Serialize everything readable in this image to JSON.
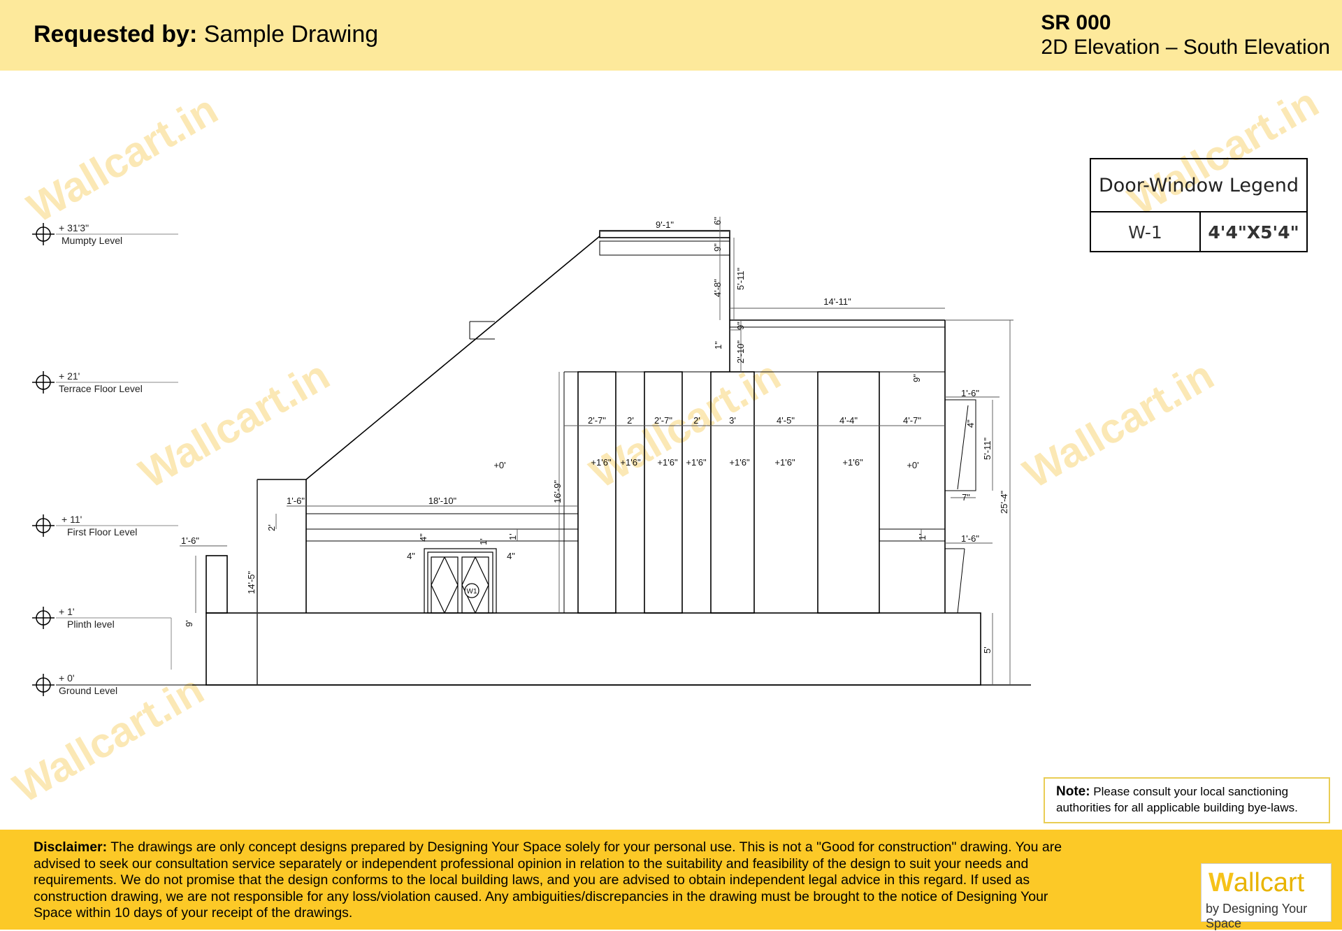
{
  "header": {
    "requested_label": "Requested by:",
    "requested_value": "Sample Drawing",
    "sheet_code": "SR 000",
    "sheet_title": "2D Elevation – South Elevation"
  },
  "levels": [
    {
      "value": "+ 31'3\"",
      "name": "Mumpty Level"
    },
    {
      "value": "+ 21'",
      "name": "Terrace Floor Level"
    },
    {
      "value": "+ 11'",
      "name": "First Floor Level"
    },
    {
      "value": "+ 1'",
      "name": "Plinth level"
    },
    {
      "value": "+ 0'",
      "name": "Ground Level"
    }
  ],
  "dimensions": {
    "top_width": "9'-1\"",
    "top_6": "6\"",
    "top_9": "9\"",
    "d_4_8": "4'-8\"",
    "d_5_11a": "5'-11\"",
    "right_width": "14'-11\"",
    "d_9b": "9\"",
    "d_1": "1\"",
    "d_2_10": "2'-10\"",
    "d_9c": "9\"",
    "d_1_6a": "1'-6\"",
    "d_4": "4\"",
    "d_5_11b": "5'-11\"",
    "d_7": "7\"",
    "d_25_4": "25'-4\"",
    "d_1_6b": "1'-6\"",
    "d_1r": "1'",
    "d_5": "5'",
    "col_2_7a": "2'-7\"",
    "col_2a": "2'",
    "col_2_7b": "2'-7\"",
    "col_2b": "2'",
    "col_3": "3'",
    "col_4_5": "4'-5\"",
    "col_4_4": "4'-4\"",
    "col_4_7": "4'-7\"",
    "l_1_6a": "1'-6\"",
    "l_18_10": "18'-10\"",
    "l_16_9": "16'-9\"",
    "l_2": "2'",
    "l_1": "1'",
    "l_4a": "4\"",
    "l_4b": "4\"",
    "l_4c": "4\"",
    "l_1_6b": "1'-6\"",
    "l_14_5": "14'-5\"",
    "l_9": "9'",
    "l_1b": "1'"
  },
  "elevations": {
    "e_left": "+0'",
    "e1": "+1'6\"",
    "e2": "+1'6\"",
    "e3": "+1'6\"",
    "e4": "+1'6\"",
    "e5": "+1'6\"",
    "e6": "+1'6\"",
    "e7": "+1'6\"",
    "e_right": "+0'"
  },
  "window_tag": "W1",
  "watermark": "Wallcart.in",
  "legend": {
    "title": "Door-Window Legend",
    "code": "W-1",
    "size": "4'4\"X5'4\""
  },
  "note": {
    "label": "Note:",
    "text": "Please consult your local sanctioning authorities for all applicable building bye-laws."
  },
  "disclaimer": {
    "label": "Disclaimer:",
    "text": "The drawings are only concept designs prepared by Designing Your Space solely for your personal use. This is not a \"Good for construction\" drawing. You are advised to seek our consultation service separately or independent professional opinion in relation to the suitability and feasibility of the design to suit your needs and requirements. We do not promise that the design conforms to the local building laws, and you are advised to obtain independent legal advice in this regard. If used as construction drawing, we are not responsible for any loss/violation caused. Any ambiguities/discrepancies in the drawing must be brought to the notice of Designing Your Space within 10 days of your receipt of the drawings."
  },
  "brand": {
    "initial": "W",
    "rest": "allcart",
    "tagline": "by Designing Your Space"
  },
  "colors": {
    "header_bg": "#fde99b",
    "footer_bg": "#fcc927",
    "note_border": "#e9cd55"
  }
}
